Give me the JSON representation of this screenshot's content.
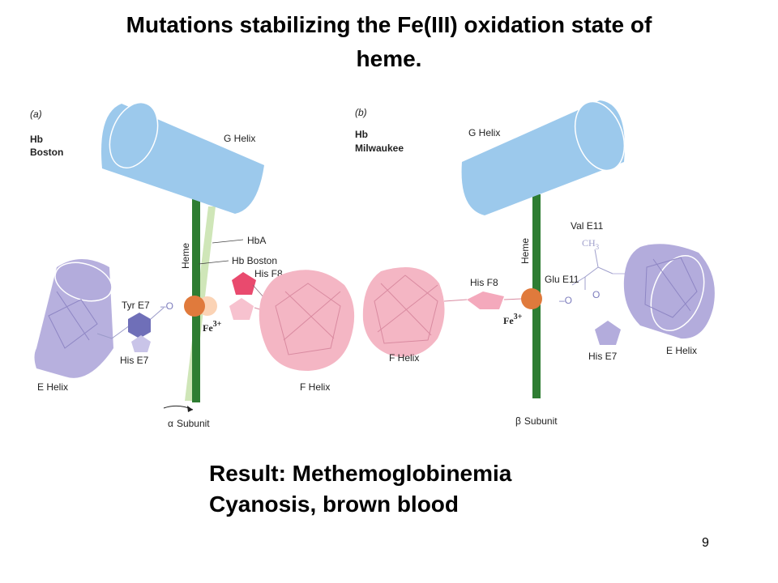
{
  "slide": {
    "title_line1": "Mutations stabilizing the Fe(III) oxidation state of",
    "title_line2": "heme.",
    "result_line1": "Result: Methemoglobinemia",
    "result_line2": "Cyanosis, brown blood",
    "page_number": "9"
  },
  "panel_a": {
    "letter": "(a)",
    "name_line1": "Hb",
    "name_line2": "Boston",
    "g_helix": "G Helix",
    "heme": "Heme",
    "hba": "HbA",
    "hb_boston": "Hb Boston",
    "his_f8": "His F8",
    "tyr_e7": "Tyr E7",
    "o_label": "–O",
    "fe_label": "Fe",
    "fe_charge": "3+",
    "his_e7": "His E7",
    "e_helix": "E Helix",
    "f_helix": "F Helix",
    "subunit_symbol": "α",
    "subunit": "Subunit"
  },
  "panel_b": {
    "letter": "(b)",
    "name_line1": "Hb",
    "name_line2": "Milwaukee",
    "g_helix": "G Helix",
    "val_e11": "Val E11",
    "ch3_label": "CH",
    "ch3_sub": "3",
    "heme": "Heme",
    "glu_e11": "Glu E11",
    "his_f8": "His F8",
    "o_minus": "–O",
    "o_label": "O",
    "fe_label": "Fe",
    "fe_charge": "3+",
    "f_helix": "F Helix",
    "his_e7": "His E7",
    "e_helix": "E Helix",
    "subunit_symbol": "β",
    "subunit": "Subunit"
  },
  "colors": {
    "g_helix": "#9cc9ec",
    "e_helix": "#b3acdc",
    "f_helix": "#f4b6c4",
    "heme_bar": "#2e7d32",
    "heme_bar_light": "#cfe6b8",
    "fe_atom": "#e07a3c",
    "his_f8_boston": "#e94a6e",
    "tyr_e7": "#6f6fb8"
  }
}
